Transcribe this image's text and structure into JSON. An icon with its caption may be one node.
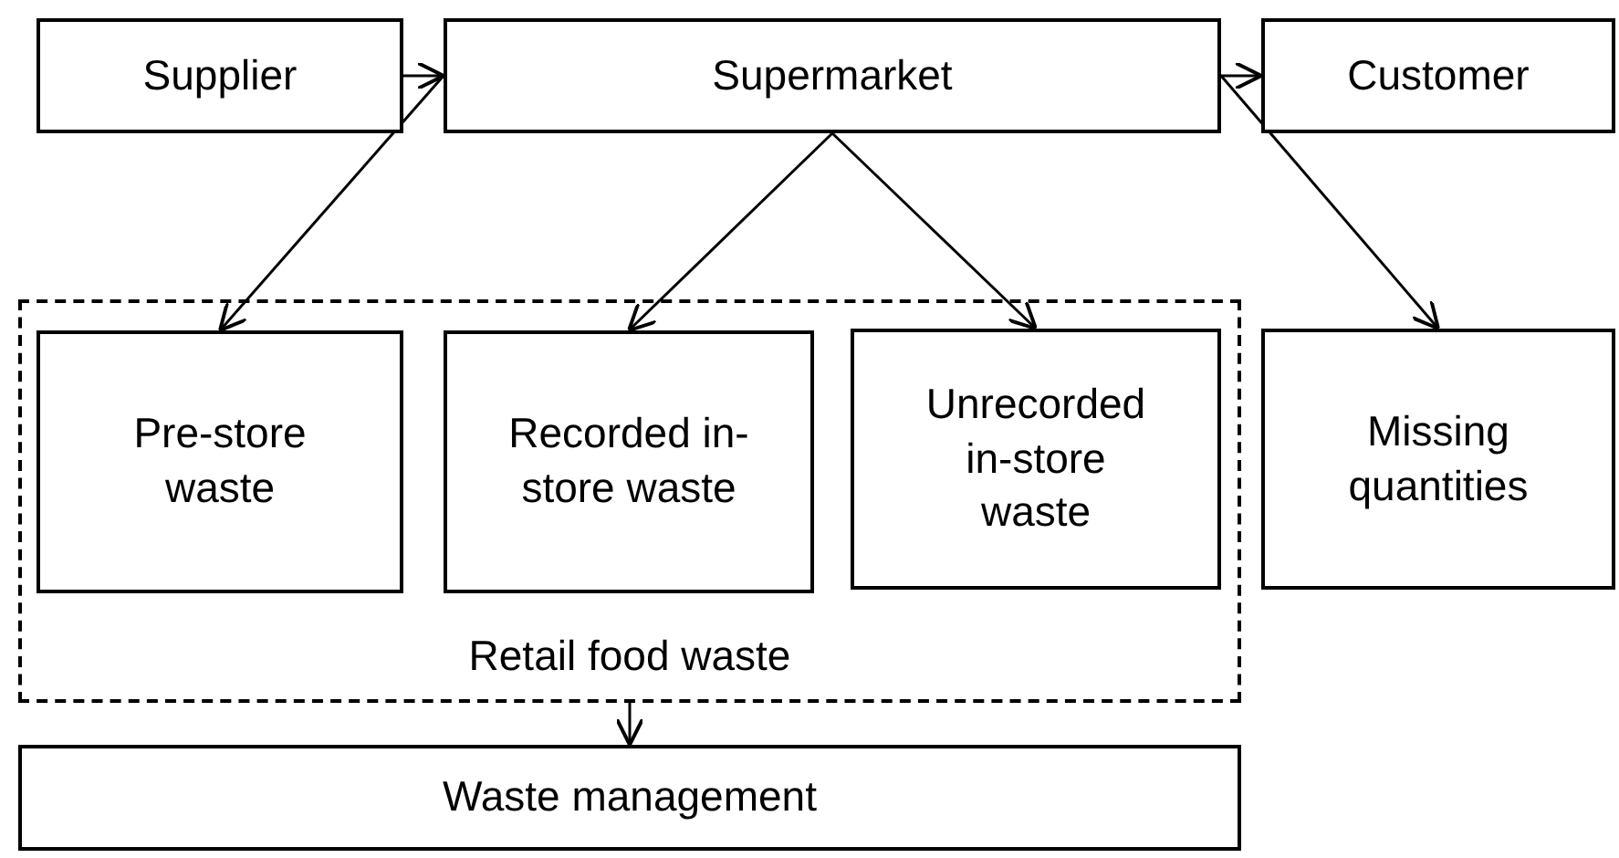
{
  "diagram": {
    "nodes": [
      {
        "text": [
          "Supplier"
        ]
      },
      {
        "text": [
          "Supermarket"
        ]
      },
      {
        "text": [
          "Customer"
        ]
      },
      {
        "text": [
          "Retail food waste"
        ]
      },
      {
        "text": [
          "Pre-store waste"
        ],
        "in": 3
      },
      {
        "text": [
          "Recorded in-store waste"
        ],
        "in": 3
      },
      {
        "text": [
          "Unrecorded in-store waste"
        ],
        "in": 3
      },
      {
        "text": [
          "Missing quantities"
        ]
      },
      {
        "text": [
          "Waste management"
        ]
      }
    ],
    "edges": [
      {
        "from": 0,
        "to": 1,
        "arrow": "to"
      },
      {
        "from": 1,
        "to": 2,
        "arrow": "to"
      },
      {
        "from": 1,
        "to": 4,
        "arrow": "to"
      },
      {
        "from": 1,
        "to": 5,
        "arrow": "to"
      },
      {
        "from": 1,
        "to": 6,
        "arrow": "to"
      },
      {
        "from": 1,
        "to": 7,
        "arrow": "to"
      },
      {
        "from": 3,
        "to": 8,
        "arrow": "to"
      }
    ]
  }
}
